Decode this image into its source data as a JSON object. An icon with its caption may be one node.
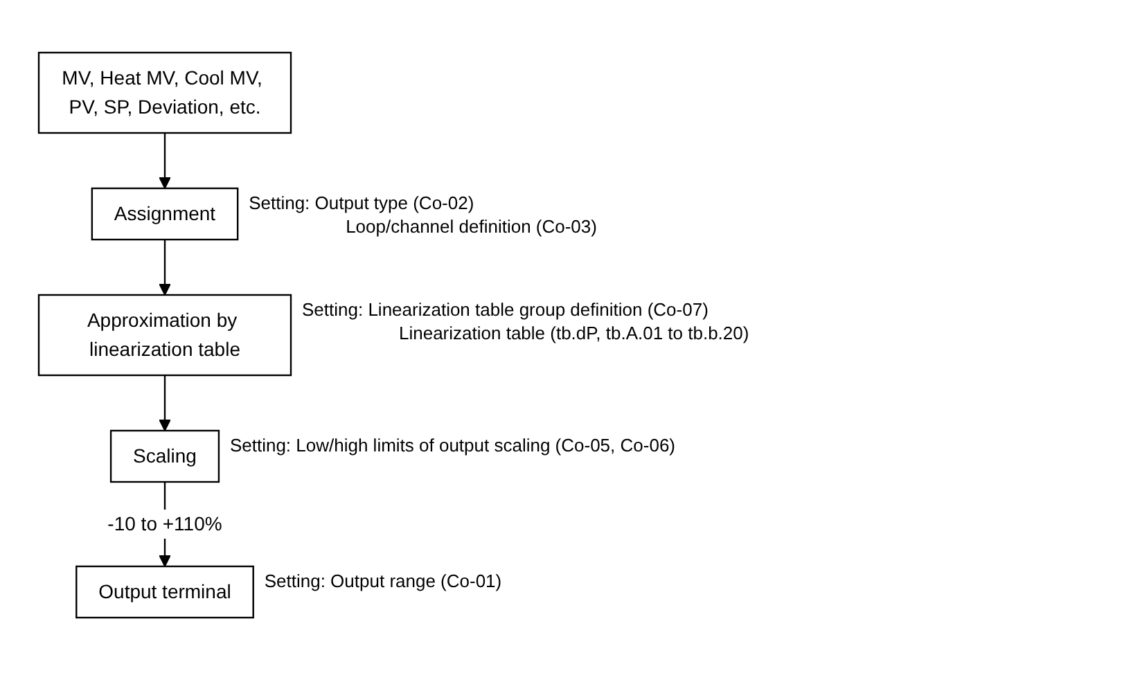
{
  "diagram": {
    "nodes": [
      {
        "text": [
          "MV, Heat MV, Cool MV, PV, SP, Deviation, etc."
        ]
      },
      {
        "text": [
          "Assignment"
        ],
        "beside": [
          "Setting: Output type (Co-02)",
          "Loop/channel definition (Co-03)"
        ]
      },
      {
        "text": [
          "Approximation by linearization table"
        ],
        "beside": [
          "Setting: Linearization table group definition (Co-07)",
          "Linearization table (tb.dP, tb.A.01 to tb.b.20)"
        ]
      },
      {
        "text": [
          "Scaling"
        ],
        "beside": [
          "Setting: Low/high limits of output scaling (Co-05, Co-06)"
        ]
      },
      {
        "text": [
          "Output terminal"
        ],
        "beside": [
          "Setting: Output range (Co-01)"
        ]
      }
    ],
    "edges": [
      {
        "from": 0,
        "to": 1,
        "arrow": "to"
      },
      {
        "from": 1,
        "to": 2,
        "arrow": "to"
      },
      {
        "from": 2,
        "to": 3,
        "arrow": "to"
      },
      {
        "from": 3,
        "to": 4,
        "arrow": "to",
        "label": "-10 to +110%"
      }
    ]
  }
}
